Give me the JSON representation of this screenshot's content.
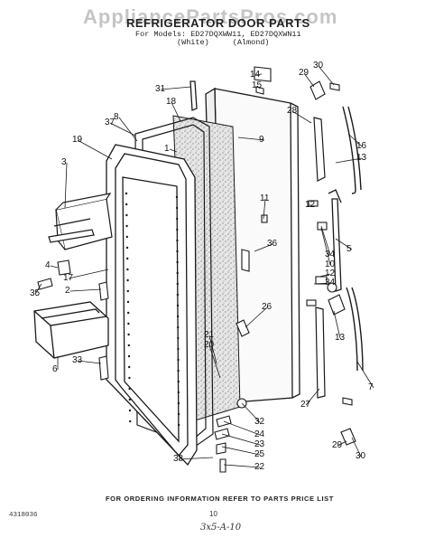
{
  "watermark": "AppliancePartsPros.com",
  "title": "REFRIGERATOR DOOR PARTS",
  "models_line": "For Models: ED27DQXWW11, ED27DQXWN11",
  "variants": [
    "(White)",
    "(Almond)"
  ],
  "footer": "FOR ORDERING INFORMATION REFER TO PARTS PRICE LIST",
  "document_number": "4318036",
  "page_number": "10",
  "handwritten_note": "3x5-A-10",
  "callouts": [
    "14",
    "15",
    "29",
    "30",
    "31",
    "18",
    "28",
    "37",
    "8",
    "9",
    "19",
    "16",
    "13",
    "3",
    "11",
    "12",
    "36",
    "5",
    "34",
    "10",
    "12",
    "4",
    "17",
    "34",
    "35",
    "2",
    "26",
    "6",
    "21",
    "20",
    "13",
    "33",
    "7",
    "27",
    "32",
    "24",
    "23",
    "25",
    "30",
    "29",
    "38",
    "22",
    "1"
  ],
  "colors": {
    "ink": "#1a1a1a",
    "gasket": "#c9c9c9",
    "watermark": "#969696"
  }
}
